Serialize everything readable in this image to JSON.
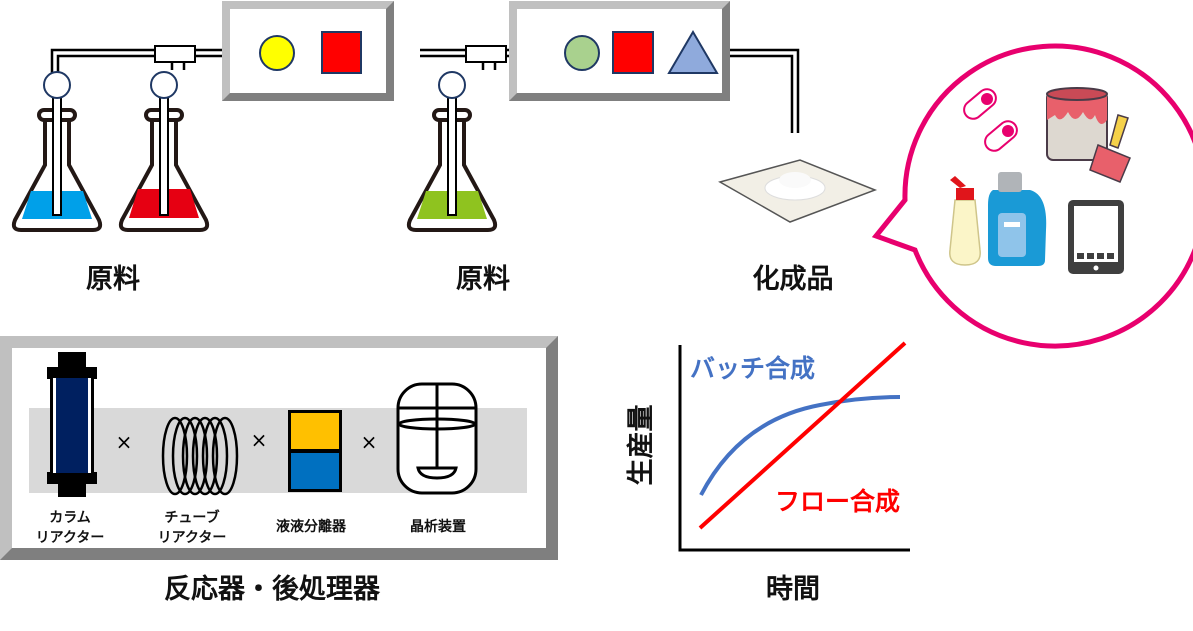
{
  "flow": {
    "raw_material_1": "原料",
    "raw_material_2": "原料",
    "product": "化成品"
  },
  "equipment": {
    "items": [
      {
        "line1": "カラム",
        "line2": "リアクター"
      },
      {
        "line1": "チューブ",
        "line2": "リアクター"
      },
      {
        "line1": "液液分離器",
        "line2": ""
      },
      {
        "line1": "晶析装置",
        "line2": ""
      }
    ],
    "separator": "×",
    "caption": "反応器・後処理器"
  },
  "graph": {
    "ylabel": "生産量",
    "xlabel": "時間",
    "series": [
      {
        "name": "バッチ合成",
        "color": "#4472c4"
      },
      {
        "name": "フロー合成",
        "color": "#ff0000"
      }
    ]
  },
  "colors": {
    "accent_pink": "#e8006e",
    "flask_blue": "#00a0e9",
    "flask_red": "#e60012",
    "flask_green": "#8fc31f"
  }
}
